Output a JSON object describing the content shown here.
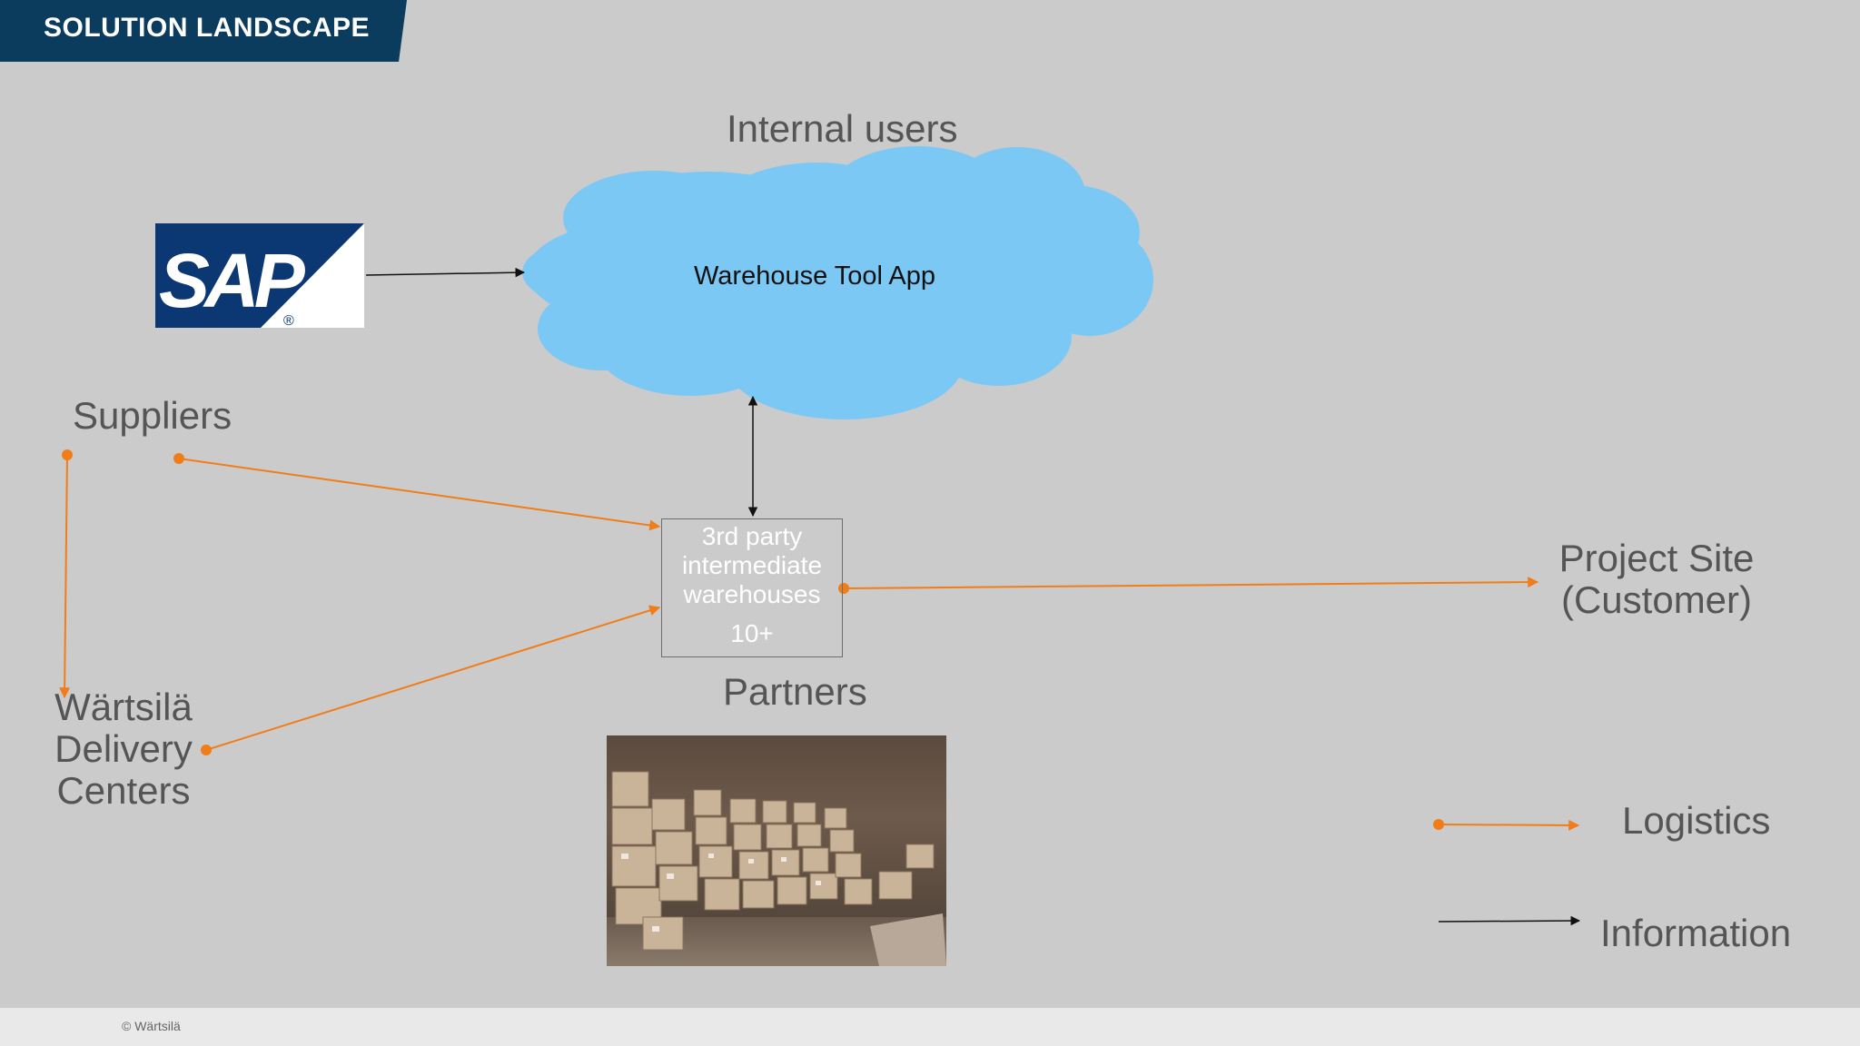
{
  "header": {
    "title": "SOLUTION LANDSCAPE"
  },
  "nodes": {
    "internal_users": "Internal users",
    "cloud_label": "Warehouse Tool App",
    "suppliers": "Suppliers",
    "wartsila_lines": [
      "Wärtsilä",
      "Delivery",
      "Centers"
    ],
    "project_site_lines": [
      "Project Site",
      "(Customer)"
    ],
    "warehouse_box": {
      "lines": [
        "3rd party",
        "intermediate",
        "warehouses"
      ],
      "count": "10+"
    },
    "partners": "Partners"
  },
  "sap_logo": {
    "text": "SAP",
    "reg": "®"
  },
  "legend": {
    "logistics": "Logistics",
    "information": "Information"
  },
  "colors": {
    "header_bg": "#0b3c5d",
    "background": "#cbcbcb",
    "cloud": "#7cc8f4",
    "logistics_arrow": "#f07d1a",
    "information_arrow": "#111111",
    "sap_blue": "#0b3873"
  },
  "footer": {
    "copyright": "© Wärtsilä"
  }
}
